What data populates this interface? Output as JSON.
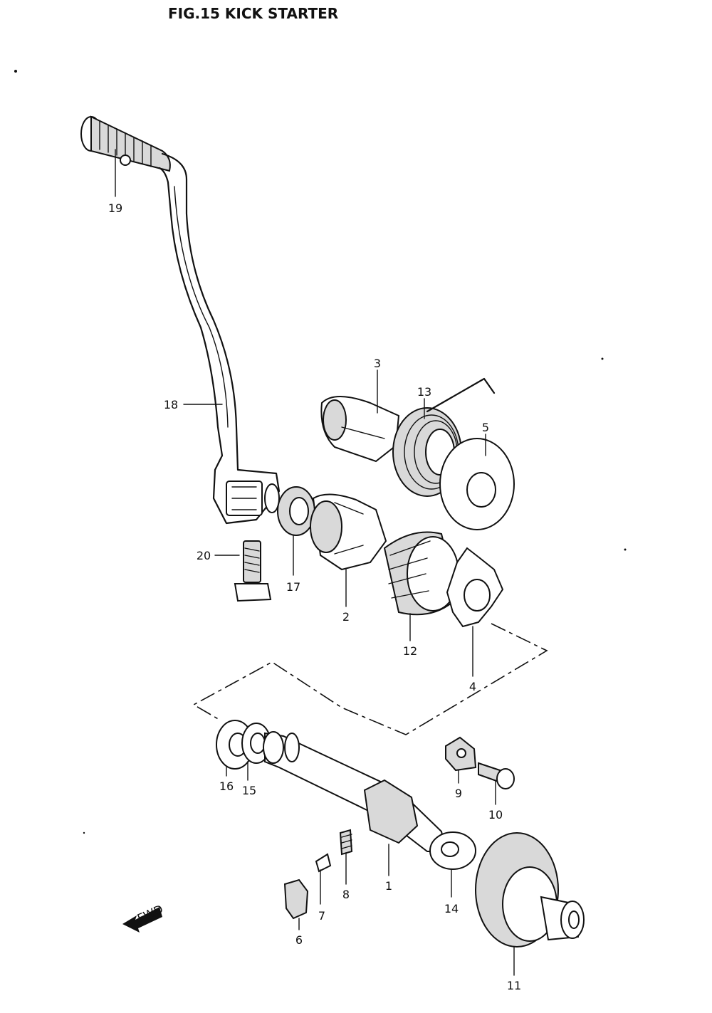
{
  "diagram": {
    "title": "FIG.15  KICK STARTER",
    "fwd_label": "FWD",
    "parts": [
      {
        "id": "shaft",
        "label": "1"
      },
      {
        "id": "guide",
        "label": "2"
      },
      {
        "id": "guide-upper",
        "label": "3"
      },
      {
        "id": "washer-tabbed",
        "label": "4"
      },
      {
        "id": "spring-guide",
        "label": "5"
      },
      {
        "id": "stopper",
        "label": "6"
      },
      {
        "id": "pin",
        "label": "7"
      },
      {
        "id": "spring-small",
        "label": "8"
      },
      {
        "id": "plate",
        "label": "9"
      },
      {
        "id": "screw",
        "label": "10"
      },
      {
        "id": "idle-gear",
        "label": "11"
      },
      {
        "id": "drive-gear",
        "label": "12"
      },
      {
        "id": "return-spring",
        "label": "13"
      },
      {
        "id": "washer-gear",
        "label": "14"
      },
      {
        "id": "circlip",
        "label": "15"
      },
      {
        "id": "washer-shaft",
        "label": "16"
      },
      {
        "id": "oil-seal",
        "label": "17"
      },
      {
        "id": "kick-lever",
        "label": "18"
      },
      {
        "id": "rubber",
        "label": "19"
      },
      {
        "id": "bolt",
        "label": "20"
      }
    ]
  }
}
